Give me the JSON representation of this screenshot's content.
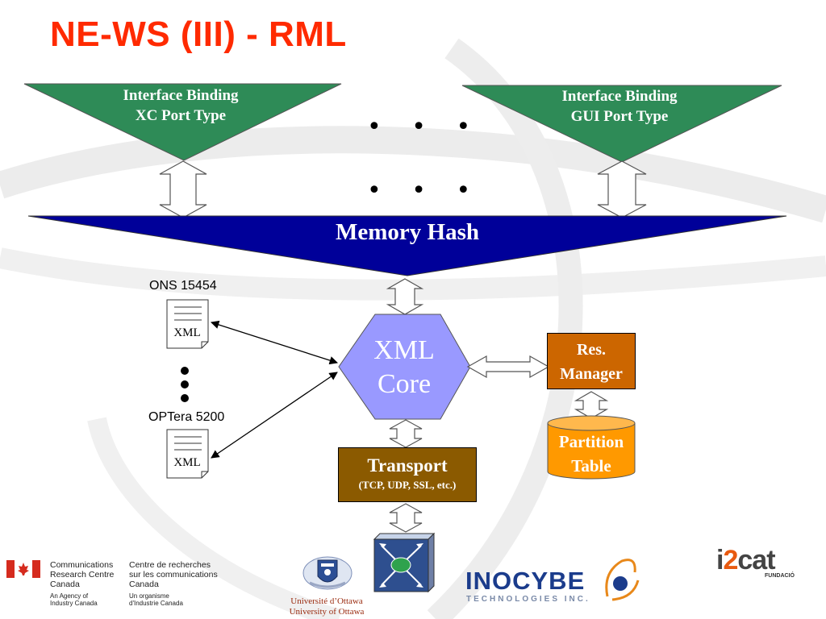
{
  "title": "NE-WS (III) - RML",
  "interface_bindings": [
    {
      "line1": "Interface Binding",
      "line2": "XC Port Type"
    },
    {
      "line1": "Interface Binding",
      "line2": "GUI Port Type"
    }
  ],
  "ellipsis_top": "• • •",
  "ellipsis_middle": "• • •",
  "memory_hash": "Memory Hash",
  "devices": [
    {
      "name": "ONS 15454",
      "doc_label": "XML"
    },
    {
      "name": "OPTera 5200",
      "doc_label": "XML"
    }
  ],
  "xml_core": {
    "line1": "XML",
    "line2": "Core"
  },
  "res_manager": {
    "line1": "Res.",
    "line2": "Manager"
  },
  "partition_table": {
    "line1": "Partition",
    "line2": "Table"
  },
  "transport": {
    "title": "Transport",
    "subtitle": "(TCP, UDP, SSL, etc.)"
  },
  "colors": {
    "title": "#ff2a00",
    "interface_binding": "#2e8b57",
    "memory_hash": "#000099",
    "xml_core": "#9999ff",
    "res_manager": "#cc6600",
    "partition_table": "#ff9900",
    "transport": "#8b5a00"
  },
  "footer": {
    "crc": {
      "en_line1": "Communications",
      "en_line2": "Research Centre",
      "en_line3": "Canada",
      "fr_line1": "Centre de recherches",
      "fr_line2": "sur les communications",
      "fr_line3": "Canada",
      "en_small1": "An Agency of",
      "en_small2": "Industry Canada",
      "fr_small1": "Un organisme",
      "fr_small2": "d'Industrie Canada"
    },
    "uottawa_line1": "Université d’Ottawa",
    "uottawa_line2": "University of Ottawa",
    "inocybe_name": "INOCYBE",
    "inocybe_tagline": "TECHNOLOGIES INC.",
    "i2cat_i": "i",
    "i2cat_2": "2",
    "i2cat_cat": "cat",
    "i2cat_sub": "FUNDACIÓ"
  }
}
